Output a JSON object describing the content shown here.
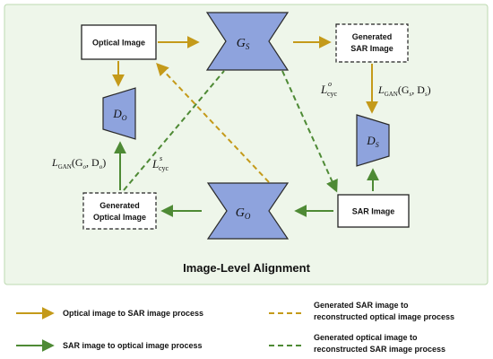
{
  "colors": {
    "panel_bg": "#eef6ea",
    "panel_border": "#bcd9b0",
    "generator_fill": "#8ea3dd",
    "generator_stroke": "#2a2a2a",
    "gold": "#c49a1a",
    "green": "#4e8a35"
  },
  "diagram": {
    "title": "Image-Level Alignment",
    "nodes": {
      "optical_image": "Optical Image",
      "generated_sar": [
        "Generated",
        "SAR Image"
      ],
      "generated_optical": [
        "Generated",
        "Optical Image"
      ],
      "sar_image": "SAR Image"
    },
    "networks": {
      "gs": {
        "base": "G",
        "sub": "S"
      },
      "go": {
        "base": "G",
        "sub": "O"
      },
      "do": {
        "base": "D",
        "sub": "O"
      },
      "ds": {
        "base": "D",
        "sub": "S"
      }
    },
    "losses": {
      "gan_s": {
        "L": "L",
        "sub": "GAN",
        "args": "(G",
        "a1": "s",
        "comma": ", D",
        "a2": "s",
        "close": ")"
      },
      "gan_o": {
        "L": "L",
        "sub": "GAN",
        "args": "(G",
        "a1": "o",
        "comma": ", D",
        "a2": "o",
        "close": ")"
      },
      "cyc_o": {
        "L": "L",
        "sup": "o",
        "sub": "cyc"
      },
      "cyc_s": {
        "L": "L",
        "sup": "s",
        "sub": "cyc"
      }
    }
  },
  "legend": {
    "solid_gold": "Optical image to SAR image process",
    "solid_green": "SAR image to optical image process",
    "dashed_gold": [
      "Generated SAR image to",
      "reconstructed optical image process"
    ],
    "dashed_green": [
      "Generated optical image to",
      "reconstructed SAR image process"
    ]
  }
}
